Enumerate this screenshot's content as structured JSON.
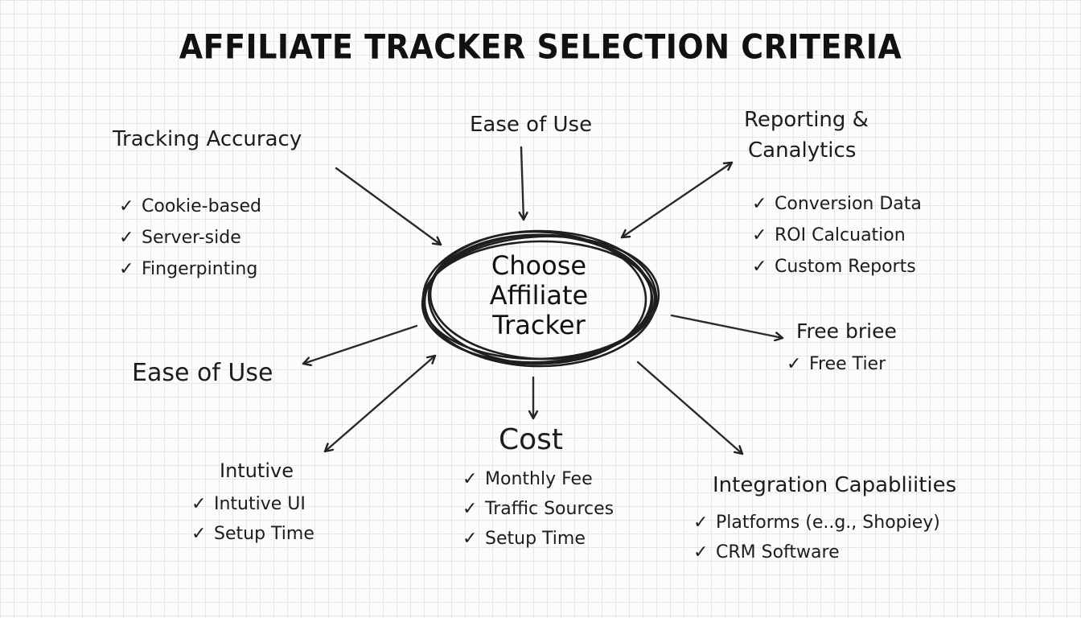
{
  "title": "AFFILIATE TRACKER SELECTION CRITERIA",
  "center": {
    "lines": [
      "Choose",
      "Affiliate",
      "Tracker"
    ]
  },
  "check_icon": "✓",
  "nodes": {
    "tracking_accuracy": {
      "heading": "Tracking Accuracy",
      "items": [
        "Cookie-based",
        "Server-side",
        "Fingerpinting"
      ]
    },
    "ease_of_use_top": {
      "heading": "Ease of Use"
    },
    "reporting": {
      "heading_line1": "Reporting &",
      "heading_line2": "Canalytics",
      "items": [
        "Conversion Data",
        "ROI Calcuation",
        "Custom Reports"
      ]
    },
    "free": {
      "heading": "Free briee",
      "items": [
        "Free Tier"
      ]
    },
    "ease_of_use_left": {
      "heading": "Ease of Use"
    },
    "intutive": {
      "heading": "Intutive",
      "items": [
        "Intutive UI",
        "Setup Time"
      ]
    },
    "cost": {
      "heading": "Cost",
      "items": [
        "Monthly Fee",
        "Traffic Sources",
        "Setup Time"
      ]
    },
    "integration": {
      "heading": "Integration Capabliities",
      "items": [
        "Platforms (e..g., Shopiey)",
        "CRM Software"
      ]
    }
  },
  "colors": {
    "ink": "#1c1c1c",
    "grid": "#e6e6e6",
    "background": "#fcfcfc"
  }
}
